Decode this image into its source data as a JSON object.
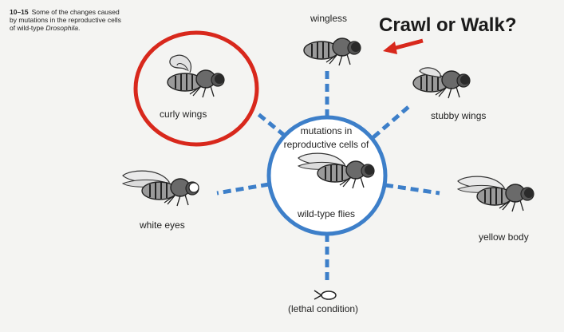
{
  "caption": {
    "number": "10–15",
    "line1": "Some of the changes caused",
    "line2": "by mutations in the reproductive cells",
    "line3_prefix": "of wild-type ",
    "line3_genus": "Drosophila",
    "line3_suffix": "."
  },
  "callout": {
    "text": "Crawl or Walk?",
    "arrow_color": "#d8281c"
  },
  "center": {
    "line1": "mutations in",
    "line2": "reproductive cells of",
    "line3": "wild-type flies"
  },
  "labels": {
    "wingless": "wingless",
    "curly": "curly wings",
    "stubby": "stubby wings",
    "white_eyes": "white eyes",
    "yellow_body": "yellow body",
    "lethal": "(lethal condition)"
  },
  "colors": {
    "hub_blue": "#3d7fc9",
    "highlight_red": "#d8281c",
    "ink": "#222222"
  },
  "icons": [
    "fly-icon",
    "larva-icon",
    "arrow-icon"
  ]
}
